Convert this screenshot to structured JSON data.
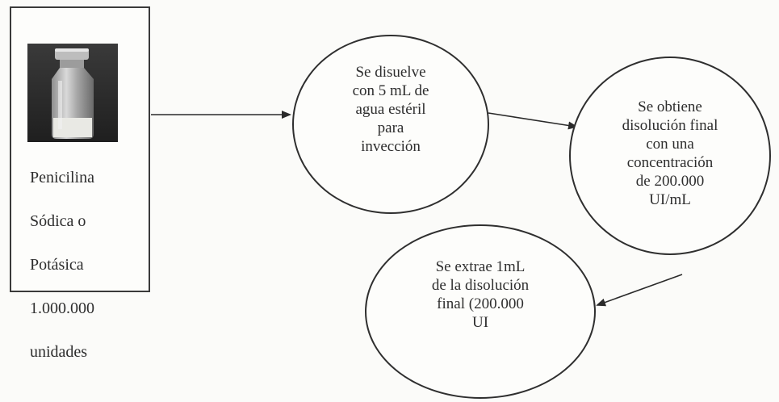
{
  "source": {
    "lines": [
      "Penicilina",
      "Sódica o",
      "Potásica",
      "1.000.000",
      "unidades"
    ]
  },
  "steps": [
    {
      "id": "dissolve",
      "text": "Se disuelve\ncon 5 mL de\nagua estéril\npara\ninvección"
    },
    {
      "id": "result",
      "text": "Se obtiene\ndisolución final\ncon una\nconcentración\nde 200.000\nUI/mL"
    },
    {
      "id": "extract",
      "text": "Se extrae 1mL\nde la disolución\nfinal (200.000\nUI"
    }
  ]
}
